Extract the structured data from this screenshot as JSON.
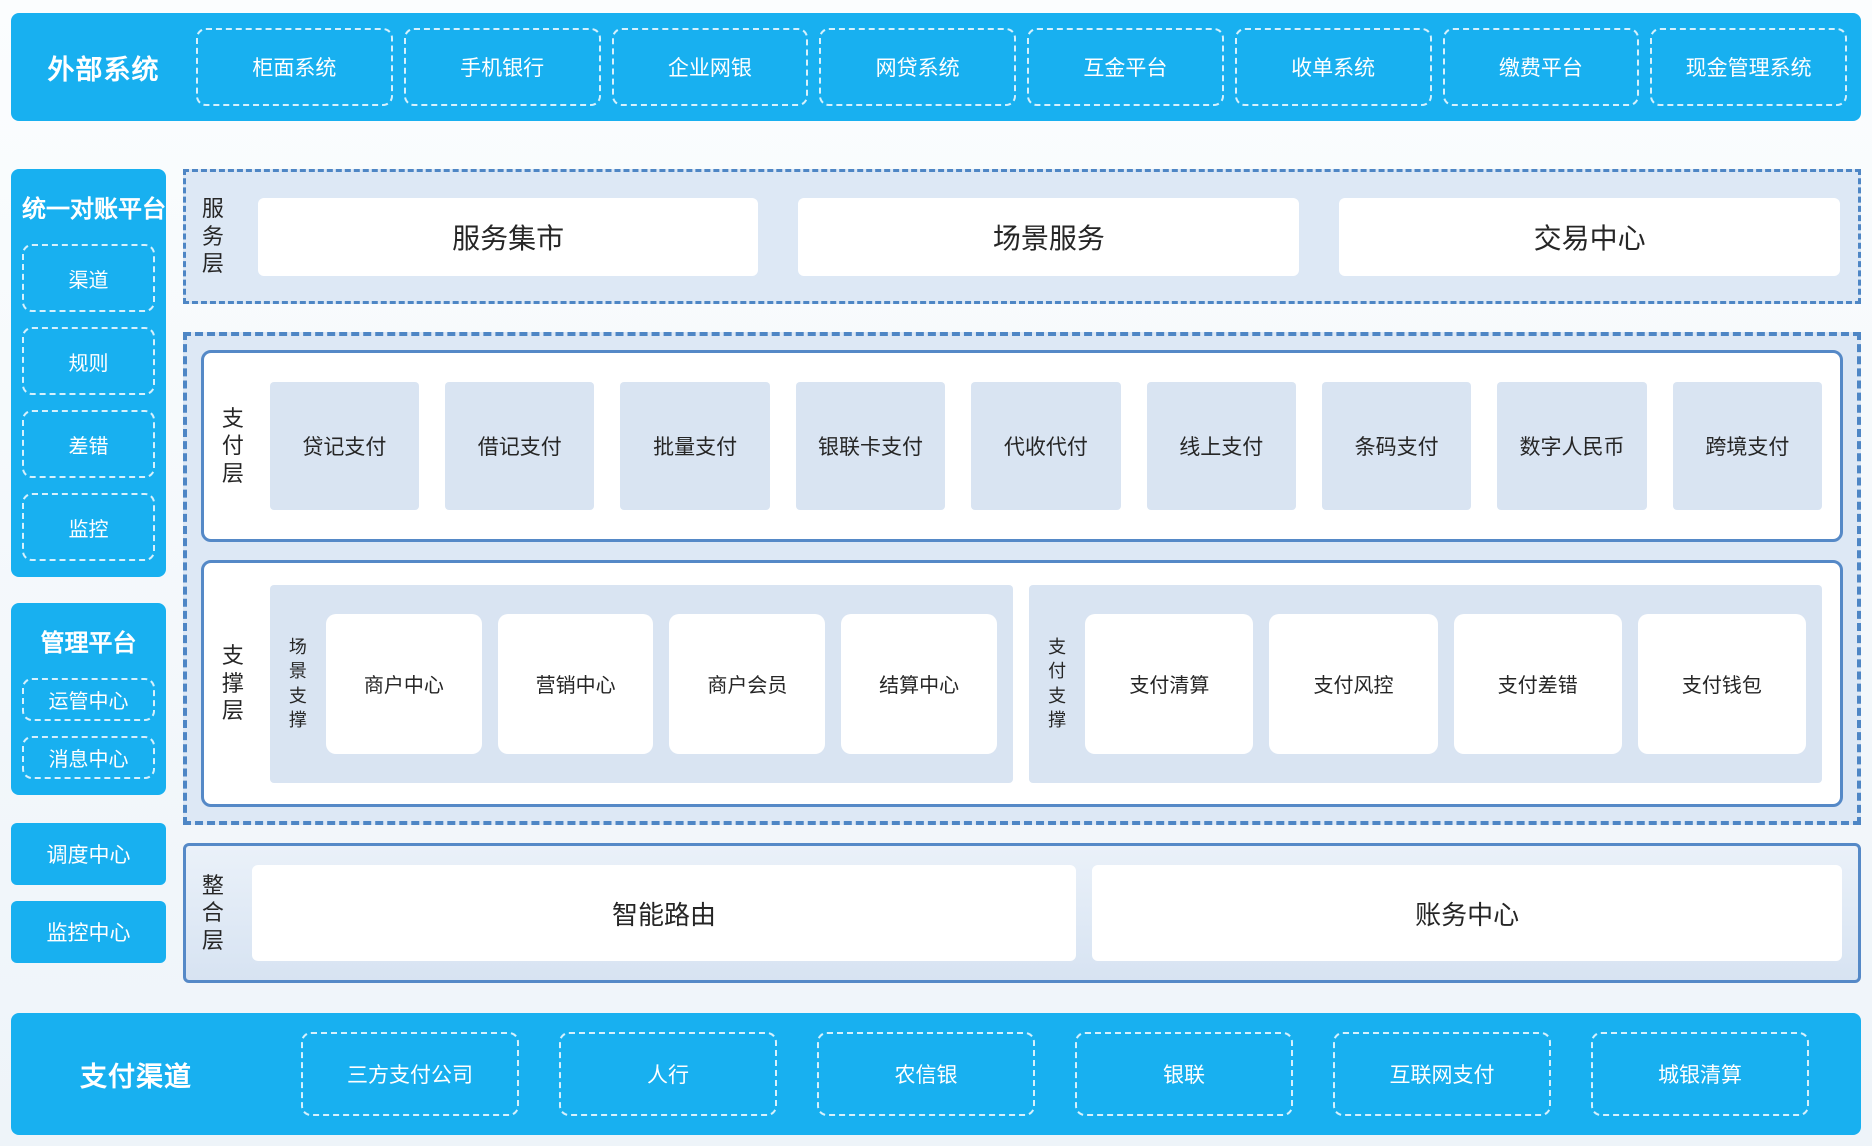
{
  "colors": {
    "primary_blue": "#18b0f0",
    "panel_bg": "#dde8f5",
    "item_bg": "#d9e4f2",
    "border_blue": "#5589c7",
    "dashed_border_blue": "#4e86c5",
    "text_dark": "#262626",
    "text_on_blue": "#ffffff"
  },
  "external_systems": {
    "label": "外部系统",
    "items": [
      "柜面系统",
      "手机银行",
      "企业网银",
      "网贷系统",
      "互金平台",
      "收单系统",
      "缴费平台",
      "现金管理系统"
    ]
  },
  "sidebar": {
    "reconciliation_platform": {
      "title": "统一对账平台",
      "items": [
        "渠道",
        "规则",
        "差错",
        "监控"
      ]
    },
    "management_platform": {
      "title": "管理平台",
      "items": [
        "运管中心",
        "消息中心"
      ]
    },
    "dispatch_center": "调度中心",
    "monitor_center": "监控中心"
  },
  "service_layer": {
    "label": "服务层",
    "items": [
      "服务集市",
      "场景服务",
      "交易中心"
    ]
  },
  "payment_layer": {
    "label": "支付层",
    "items": [
      "贷记支付",
      "借记支付",
      "批量支付",
      "银联卡支付",
      "代收代付",
      "线上支付",
      "条码支付",
      "数字人民币",
      "跨境支付"
    ]
  },
  "support_layer": {
    "label": "支撑层",
    "groups": [
      {
        "label": "场景支撑",
        "items": [
          "商户中心",
          "营销中心",
          "商户会员",
          "结算中心"
        ]
      },
      {
        "label": "支付支撑",
        "items": [
          "支付清算",
          "支付风控",
          "支付差错",
          "支付钱包"
        ]
      }
    ]
  },
  "integration_layer": {
    "label": "整合层",
    "items": [
      "智能路由",
      "账务中心"
    ]
  },
  "payment_channels": {
    "label": "支付渠道",
    "items": [
      "三方支付公司",
      "人行",
      "农信银",
      "银联",
      "互联网支付",
      "城银清算"
    ]
  }
}
